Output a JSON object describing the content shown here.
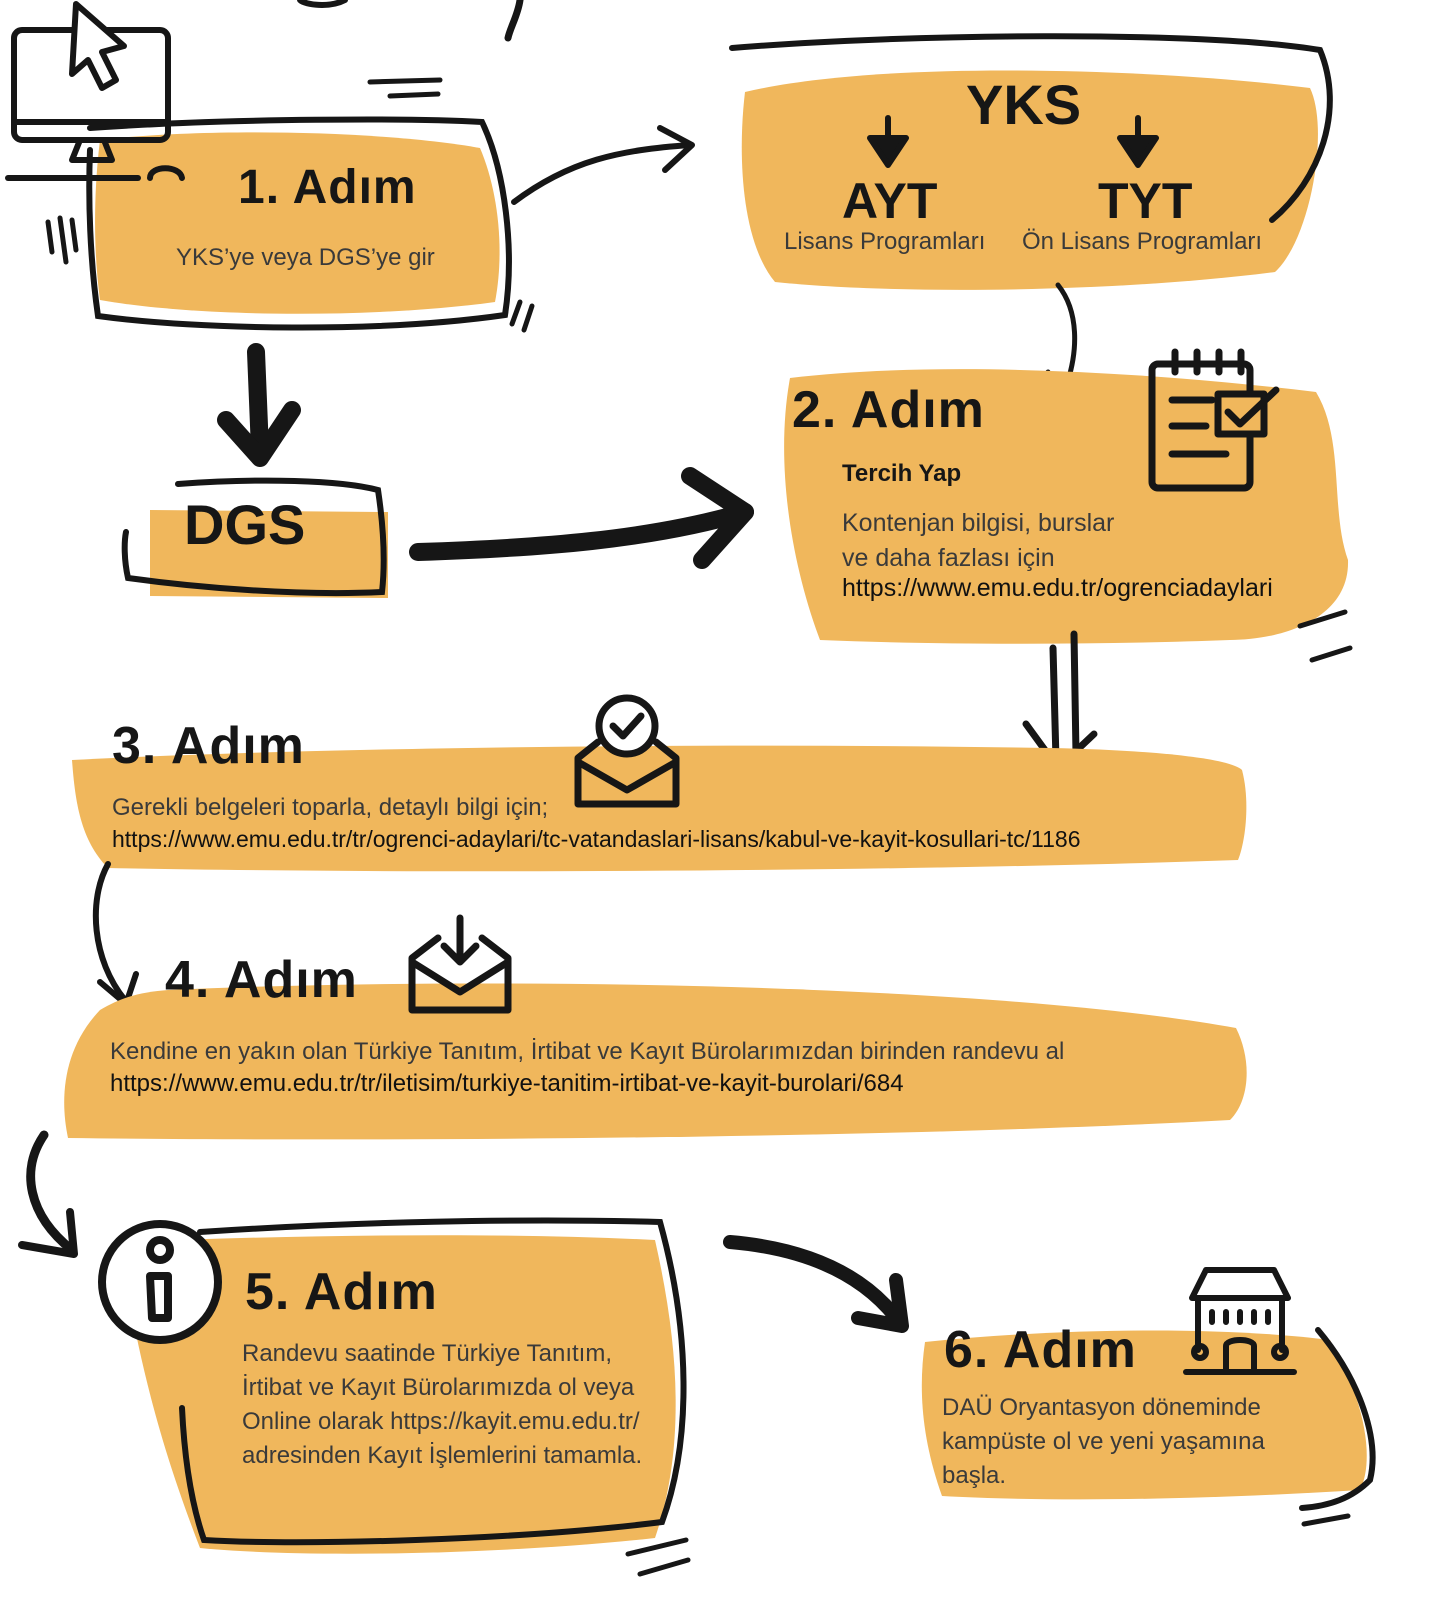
{
  "colors": {
    "accent": "#F0B75C",
    "ink": "#161616",
    "text": "#3a3a3a"
  },
  "step1": {
    "title": "1. Adım",
    "text": "YKS’ye veya DGS’ye gir"
  },
  "yks": {
    "title": "YKS",
    "ayt": {
      "title": "AYT",
      "text": "Lisans Programları"
    },
    "tyt": {
      "title": "TYT",
      "text": "Ön Lisans Programları"
    }
  },
  "dgs": {
    "title": "DGS"
  },
  "step2": {
    "title": "2. Adım",
    "subtitle": "Tercih Yap",
    "text_line1": "Kontenjan  bilgisi,  burslar",
    "text_line2": "ve daha fazlası için",
    "link": "https://www.emu.edu.tr/ogrenciadaylari"
  },
  "step3": {
    "title": "3. Adım",
    "text": "Gerekli belgeleri toparla, detaylı bilgi için;",
    "link": "https://www.emu.edu.tr/tr/ogrenci-adaylari/tc-vatandaslari-lisans/kabul-ve-kayit-kosullari-tc/1186"
  },
  "step4": {
    "title": "4. Adım",
    "text": "Kendine en yakın olan Türkiye Tanıtım, İrtibat ve Kayıt Bürolarımızdan birinden randevu al",
    "link": "https://www.emu.edu.tr/tr/iletisim/turkiye-tanitim-irtibat-ve-kayit-burolari/684"
  },
  "step5": {
    "title": "5. Adım",
    "lines": [
      "Randevu saatinde Türkiye Tanıtım,",
      "İrtibat ve Kayıt Bürolarımızda ol veya",
      "Online olarak https://kayit.emu.edu.tr/",
      "adresinden Kayıt İşlemlerini tamamla."
    ]
  },
  "step6": {
    "title": "6. Adım",
    "lines": [
      "DAÜ Oryantasyon döneminde",
      "kampüste ol ve yeni yaşamına",
      "başla."
    ]
  },
  "icons": [
    "computer-icon",
    "clipboard-check-icon",
    "envelope-check-icon",
    "envelope-download-icon",
    "info-icon",
    "campus-building-icon"
  ]
}
